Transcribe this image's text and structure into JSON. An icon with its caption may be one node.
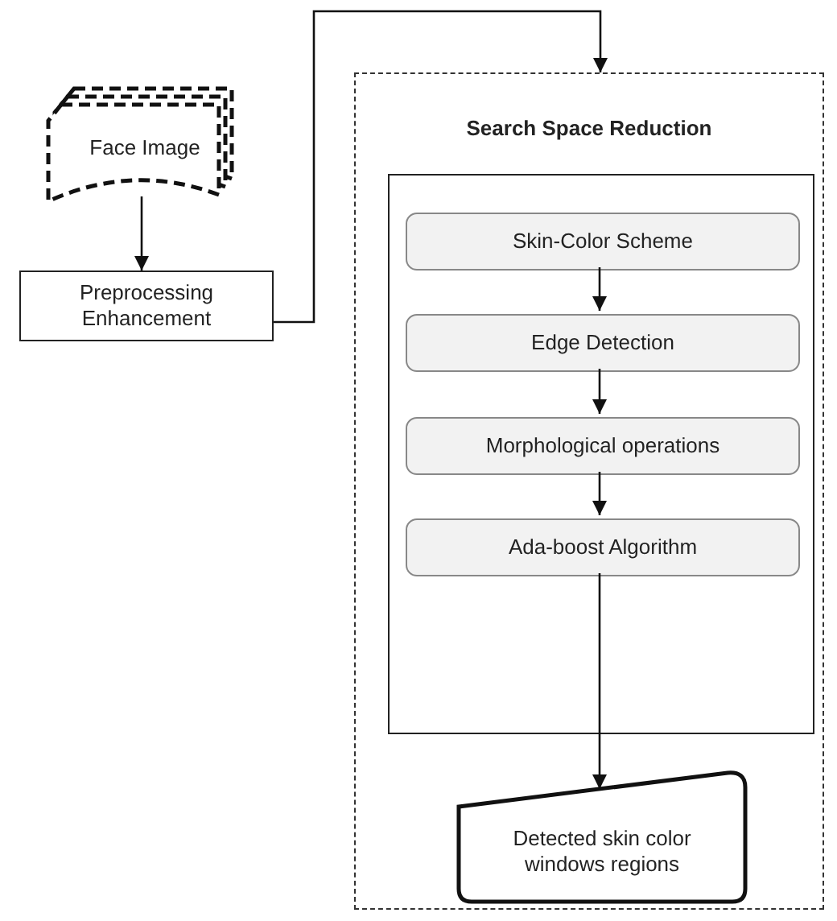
{
  "diagram": {
    "nodes": [
      {
        "text": [
          "Face Image"
        ]
      },
      {
        "text": [
          "Preprocessing Enhancement"
        ]
      },
      {
        "text": [
          "Search Space Reduction"
        ]
      },
      {
        "text": [],
        "shape": "box",
        "in": 2
      },
      {
        "text": [
          "Skin-Color Scheme"
        ],
        "in": 3
      },
      {
        "text": [
          "Edge Detection"
        ],
        "in": 3
      },
      {
        "text": [
          "Morphological operations"
        ],
        "in": 3
      },
      {
        "text": [
          "Ada-boost Algorithm"
        ],
        "in": 3
      },
      {
        "text": [
          "Detected skin color windows regions"
        ],
        "in": 2
      }
    ],
    "edges": [
      {
        "from": 0,
        "to": 1,
        "arrow": "to"
      },
      {
        "from": 1,
        "to": 2,
        "arrow": "to"
      },
      {
        "from": 4,
        "to": 5,
        "arrow": "to"
      },
      {
        "from": 5,
        "to": 6,
        "arrow": "to"
      },
      {
        "from": 6,
        "to": 7,
        "arrow": "to"
      },
      {
        "from": 7,
        "to": 8,
        "arrow": "to"
      }
    ]
  }
}
